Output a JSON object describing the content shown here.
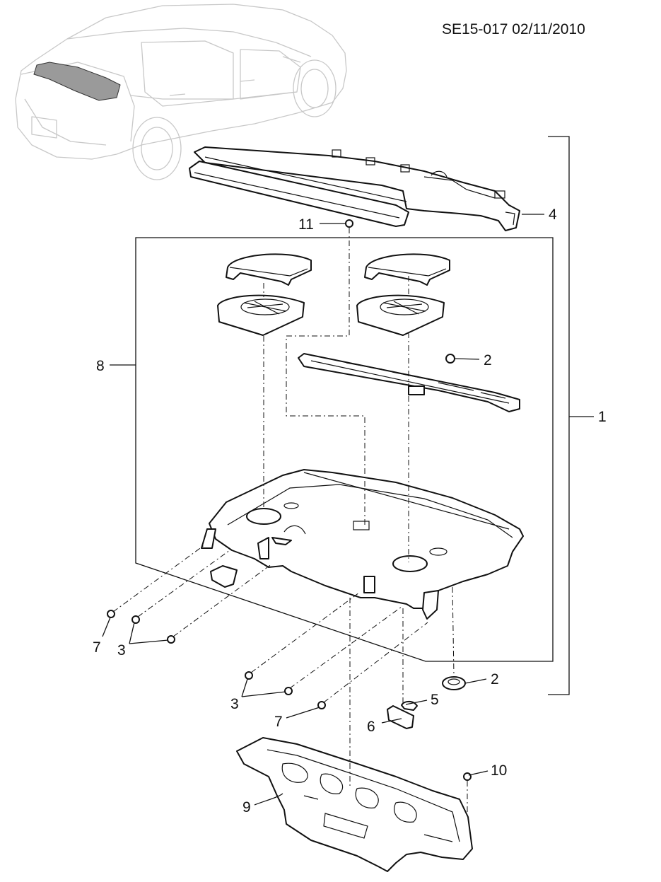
{
  "header": {
    "ref": "SE15-017 02/11/2010"
  },
  "callouts": {
    "c1": "1",
    "c2a": "2",
    "c2b": "2",
    "c3a": "3",
    "c3b": "3",
    "c4": "4",
    "c5": "5",
    "c6": "6",
    "c7a": "7",
    "c7b": "7",
    "c8": "8",
    "c9": "9",
    "c10": "10",
    "c11": "11"
  }
}
